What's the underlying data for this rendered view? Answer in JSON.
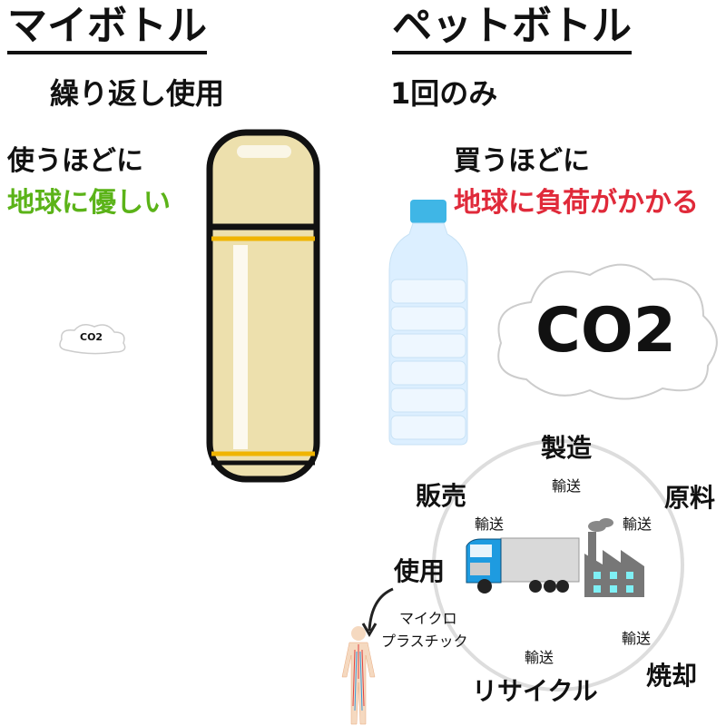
{
  "left": {
    "title": "マイボトル",
    "subtitle": "繰り返し使用",
    "line1": "使うほどに",
    "line2": "地球に優しい",
    "co2_small": "CO2"
  },
  "right": {
    "title": "ペットボトル",
    "subtitle": "1回のみ",
    "line1": "買うほどに",
    "line2": "地球に負荷がかかる",
    "co2_big": "CO2"
  },
  "cycle": {
    "stages": [
      "製造",
      "原料",
      "焼却",
      "リサイクル",
      "使用",
      "販売"
    ],
    "transport": "輸送",
    "microplastic_1": "マイクロ",
    "microplastic_2": "プラスチック"
  },
  "colors": {
    "green": "#5bb318",
    "red": "#e02a3a",
    "bottle": "#ede0ad",
    "cap": "#3fb6e6"
  }
}
